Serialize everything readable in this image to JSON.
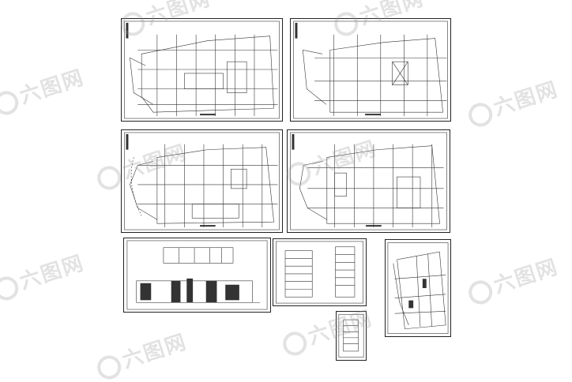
{
  "page": {
    "background": "#ffffff",
    "line_color": "#222222"
  },
  "watermark": {
    "text": "六图网",
    "color": "#969696"
  },
  "sheets": [
    {
      "id": "plan-1",
      "kind": "floor-plan"
    },
    {
      "id": "plan-2",
      "kind": "floor-plan"
    },
    {
      "id": "plan-3",
      "kind": "floor-plan"
    },
    {
      "id": "plan-4",
      "kind": "floor-plan"
    },
    {
      "id": "elevation-1",
      "kind": "elevation"
    },
    {
      "id": "section-1",
      "kind": "section"
    },
    {
      "id": "site-plan",
      "kind": "site-plan"
    },
    {
      "id": "detail-1",
      "kind": "detail"
    }
  ]
}
